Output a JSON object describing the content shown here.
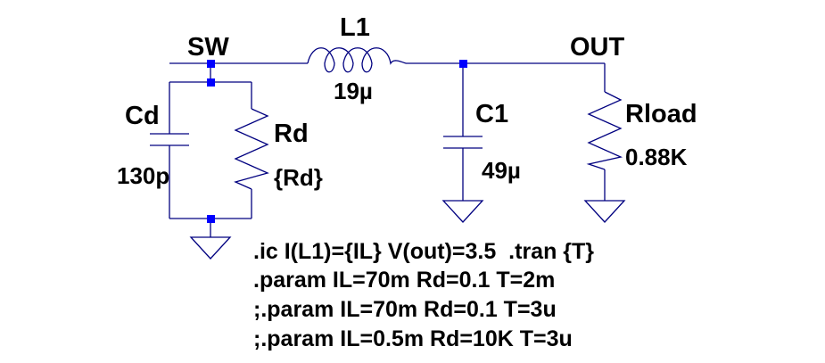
{
  "nets": {
    "sw": "SW",
    "out": "OUT"
  },
  "components": {
    "l1": {
      "name": "L1",
      "value": "19µ"
    },
    "cd": {
      "name": "Cd",
      "value": "130p"
    },
    "rd": {
      "name": "Rd",
      "value": "{Rd}"
    },
    "c1": {
      "name": "C1",
      "value": "49µ"
    },
    "rload": {
      "name": "Rload",
      "value": "0.88K"
    }
  },
  "directives": [
    ".ic I(L1)={IL} V(out)=3.5  .tran {T}",
    ".param IL=70m Rd=0.1 T=2m",
    ";.param IL=70m Rd=0.1 T=3u",
    ";.param IL=0.5m Rd=10K T=3u"
  ],
  "colors": {
    "wire": "#000080",
    "node": "#0000ff",
    "text": "#000000"
  }
}
